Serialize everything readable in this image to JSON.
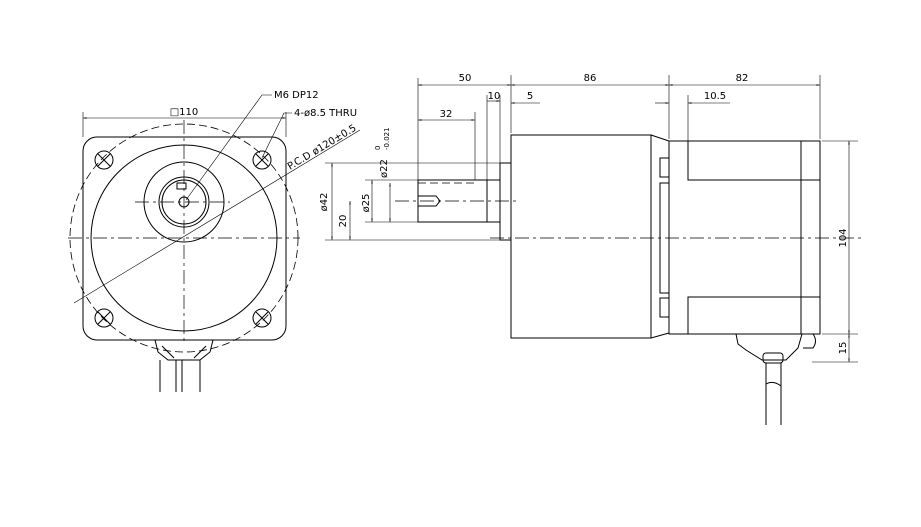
{
  "front_view": {
    "square": "□110",
    "tap": "M6 DP12",
    "holes": "4-ø8.5 THRU",
    "pcd": "P.C.D ø120±0.5"
  },
  "side_view": {
    "dim_50": "50",
    "dim_86": "86",
    "dim_82": "82",
    "dim_10": "10",
    "dim_5": "5",
    "dim_10_5": "10.5",
    "dim_32": "32",
    "dim_42": "ø42",
    "dim_20": "20",
    "dim_25": "ø25",
    "dim_22": "ø22",
    "tol_22_upper": "0",
    "tol_22_lower": "-0.021",
    "dim_104": "104",
    "dim_15": "15"
  }
}
